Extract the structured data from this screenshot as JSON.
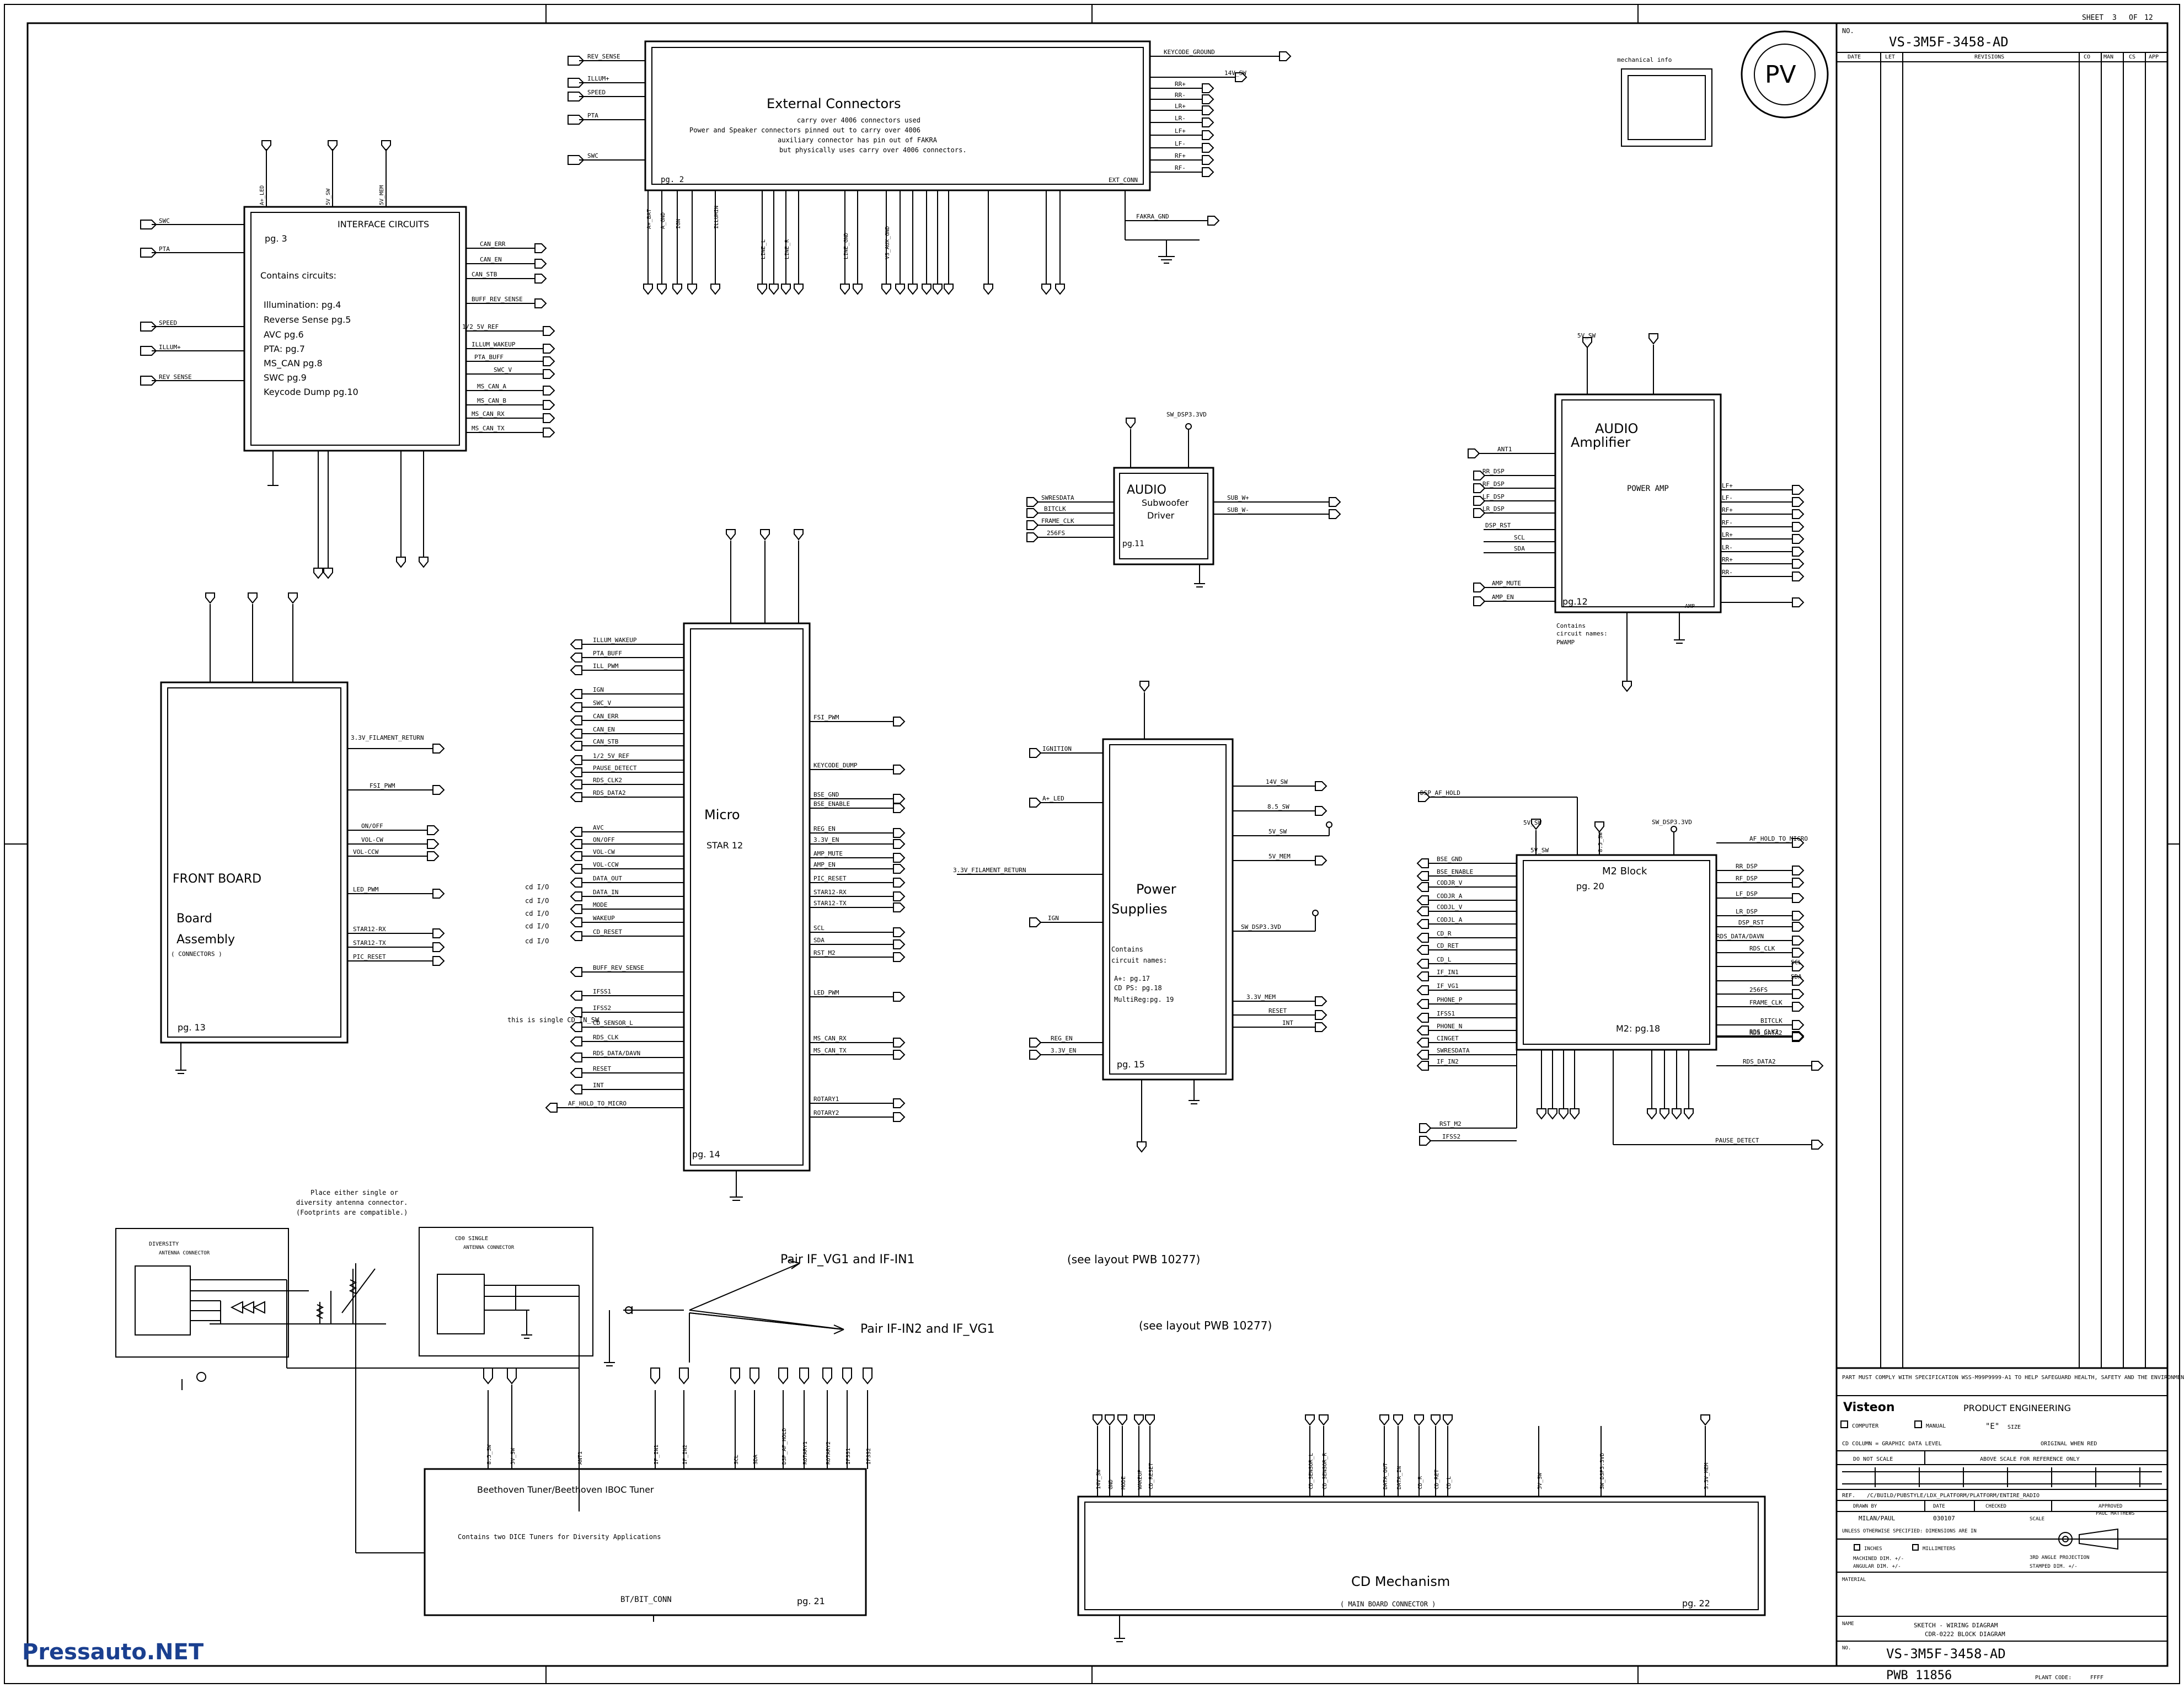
{
  "sheet_header": {
    "sheet_label": "SHEET",
    "sheet_num": "3",
    "of_label": "OF",
    "of_num": "12"
  },
  "title_block": {
    "no_label": "NO.",
    "drawing_number": "VS-3M5F-3458-AD",
    "pv_logo": "PV",
    "mechanical_info": "mechanical info",
    "revision_headers": [
      "DATE",
      "LET",
      "REVISIONS",
      "CO",
      "MAN",
      "CS",
      "APP"
    ],
    "compliance_note": "PART MUST COMPLY WITH SPECIFICATION WSS-M99P9999-A1 TO HELP SAFEGUARD HEALTH, SAFETY AND THE ENVIRONMENT",
    "company": "Visteon",
    "department": "PRODUCT ENGINEERING",
    "computer_label": "COMPUTER",
    "manual_label": "MANUAL",
    "size_value": "\"E\"",
    "size_label": "SIZE",
    "cd_column_note": "CD COLUMN = GRAPHIC DATA LEVEL",
    "original_when_red": "ORIGINAL WHEN RED",
    "do_not_scale": "DO NOT SCALE",
    "above_scale": "ABOVE SCALE FOR REFERENCE ONLY",
    "ref_label": "REF.",
    "ref_path": "/C/BUILD/PUBSTYLE/LDX_PLATFORM/PLATFORM/ENTIRE_RADIO",
    "drawn_by_label": "DRAWN BY",
    "drawn_by": "MILAN/PAUL",
    "date_label": "DATE",
    "date": "030107",
    "checked_label": "CHECKED",
    "scale_label": "SCALE",
    "approved_label": "APPROVED",
    "approved_by": "PAUL MATTHEWS",
    "tolerances": "UNLESS OTHERWISE SPECIFIED: DIMENSIONS ARE IN",
    "inches": "INCHES",
    "millimeters": "MILLIMETERS",
    "machined_dim": "MACHINED DIM. +/-",
    "angular_dim": "ANGULAR DIM. +/-",
    "projection": "3RD ANGLE PROJECTION",
    "stamped_dim": "STAMPED DIM. +/-",
    "material_label": "MATERIAL",
    "name_label": "NAME",
    "sketch_title": "SKETCH - WIRING DIAGRAM",
    "block_diagram": "CDR-0222 BLOCK DIAGRAM",
    "pwb": "PWB 11856",
    "plant_code_label": "PLANT CODE:",
    "plant_code": "FFFF"
  },
  "blocks": {
    "external": {
      "title": "External Connectors",
      "notes": [
        "carry over 4006 connectors used",
        "Power and Speaker connectors pinned out to carry over 4006",
        "auxiliary connector has pin out of FAKRA",
        "but physically uses carry over 4006 connectors."
      ],
      "page": "pg. 2",
      "conn": "EXT_CONN"
    },
    "interface": {
      "title": "INTERFACE CIRCUITS",
      "page": "pg. 3",
      "contains": "Contains circuits:",
      "lines": [
        "Illumination: pg.4",
        "Reverse Sense pg.5",
        "AVC pg.6",
        "PTA: pg.7",
        "MS_CAN pg.8",
        "SWC pg.9",
        "Keycode Dump pg.10"
      ]
    },
    "sub": {
      "title1": "AUDIO",
      "title2": "Subwoofer",
      "title3": "Driver",
      "page": "pg.11"
    },
    "amp": {
      "title1": "AUDIO",
      "title2": "Amplifier",
      "power": "POWER AMP",
      "page": "pg.12",
      "amp_tag": "AMP",
      "note1": "Contains",
      "note2": "circuit names:",
      "note3": "PWAMP"
    },
    "front": {
      "title": "FRONT BOARD",
      "line2": "Board",
      "line3": "Assembly",
      "line4": "( CONNECTORS )",
      "page": "pg. 13"
    },
    "micro": {
      "title": "Micro",
      "sub": "STAR 12",
      "page": "pg. 14"
    },
    "power": {
      "title1": "Power",
      "title2": "Supplies",
      "notes": [
        "Contains",
        "circuit names:",
        "",
        "A+: pg.17",
        "CD PS: pg.18",
        "MultiReg:pg. 19"
      ],
      "page": "pg. 15"
    },
    "m2": {
      "title": "M2 Block",
      "page": "pg. 20",
      "page2": "M2: pg.18"
    },
    "tuner": {
      "title": "Beethoven Tuner/Beethoven IBOC Tuner",
      "sub": "Contains two DICE Tuners for Diversity Applications",
      "conn": "BT/BIT_CONN",
      "page": "pg. 21"
    },
    "cd": {
      "title": "CD Mechanism",
      "sub": "( MAIN BOARD CONNECTOR )",
      "page": "pg. 22"
    }
  },
  "annotations": {
    "antenna_note": [
      "Place either single or",
      "diversity antenna connector.",
      "(Footprints are compatible.)"
    ],
    "diversity": [
      "DIVERSITY",
      "ANTENNA CONNECTOR"
    ],
    "cd_single": [
      "CD0 SINGLE",
      "ANTENNA CONNECTOR"
    ],
    "pair1": "Pair IF_VG1 and IF-IN1",
    "pair2": "Pair IF-IN2 and IF_VG1",
    "layout1": "(see layout PWB 10277)",
    "layout2": "(see layout PWB 10277)",
    "single_cd": "this is single CD IN_SW",
    "cd_io": "cd I/O"
  },
  "signals": {
    "ext_left": [
      "REV_SENSE",
      "ILLUM+",
      "SPEED",
      "PTA",
      "SWC"
    ],
    "ext_right": [
      "KEYCODE_GROUND",
      "14V_SW",
      "RR+",
      "RR-",
      "LR+",
      "LR-",
      "LF+",
      "LF-",
      "RF+",
      "RF-"
    ],
    "ext_bottom": [
      "A+_BAT",
      "A_GND",
      "IGN",
      "ILLUMIN",
      "LINE_L",
      "LINE_R",
      "LINE_GND",
      "VS_AUX_GND",
      "FAKRA_GND"
    ],
    "if_left": [
      "SWC",
      "PTA",
      "SPEED",
      "ILLUM+",
      "REV_SENSE"
    ],
    "if_right": [
      "CAN_ERR",
      "CAN_EN",
      "CAN_STB",
      "BUFF_REV_SENSE",
      "1/2_5V_REF",
      "ILLUM_WAKEUP",
      "PTA_BUFF",
      "SWC_V",
      "MS_CAN_A",
      "MS_CAN_B",
      "MS_CAN_RX",
      "MS_CAN_TX"
    ],
    "if_top": [
      "A+_LED",
      "5V_SW",
      "5V_MEM"
    ],
    "micro_left": [
      "ILLUM_WAKEUP",
      "PTA_BUFF",
      "ILL_PWM",
      "IGN",
      "SWC_V",
      "CAN_ERR",
      "CAN_EN",
      "CAN_STB",
      "1/2_5V_REF",
      "PAUSE_DETECT",
      "RDS_CLK2",
      "RDS_DATA2",
      "AVC",
      "ON/OFF",
      "VOL-CW",
      "VOL-CCW",
      "DATA_OUT",
      "DATA_IN",
      "MODE",
      "WAKEUP",
      "CD_RESET",
      "BUFF_REV_SENSE",
      "IFSS1",
      "IFSS2",
      "CD_SENSOR_L",
      "RDS_CLK",
      "RDS_DATA/DAVN",
      "RESET",
      "INT",
      "AF_HOLD_TO_MICRO"
    ],
    "micro_right": [
      "FSI_PWM",
      "KEYCODE_DUMP",
      "BSE_GND",
      "BSE_ENABLE",
      "REG_EN",
      "3.3V_EN",
      "AMP_MUTE",
      "AMP_EN",
      "PIC_RESET",
      "STAR12-RX",
      "STAR12-TX",
      "SCL",
      "SDA",
      "RST_M2",
      "LED_PWM",
      "MS_CAN_RX",
      "MS_CAN_TX",
      "ROTARY1",
      "ROTARY2"
    ],
    "front_right": [
      "3.3V_FILAMENT_RETURN",
      "FSI_PWM",
      "ON/OFF",
      "VOL-CW",
      "VOL-CCW",
      "LED_PWM",
      "STAR12-RX",
      "STAR12-TX",
      "PIC_RESET"
    ],
    "power_left": [
      "IGNITION",
      "A+_LED",
      "3.3V_FILAMENT_RETURN",
      "IGN",
      "REG_EN",
      "3.3V_EN"
    ],
    "power_right": [
      "14V_SW",
      "8.5_SW",
      "5V_SW",
      "5V_MEM",
      "SW_DSP3.3VD",
      "3.3V_MEM",
      "RESET",
      "INT"
    ],
    "amp_left": [
      "ANT1",
      "RR_DSP",
      "RF_DSP",
      "LF_DSP",
      "LR_DSP",
      "DSP_RST",
      "SCL",
      "SDA",
      "AMP_MUTE",
      "AMP_EN"
    ],
    "amp_right": [
      "LF+",
      "LF-",
      "RF+",
      "RF-",
      "LR+",
      "LR-",
      "RR+",
      "RR-"
    ],
    "m2_left": [
      "BSE_GND",
      "BSE_ENABLE",
      "CODJR_V",
      "CODJR_A",
      "CODJL_V",
      "CODJL_A",
      "CD_R",
      "CD_RET",
      "CD_L",
      "IF_IN1",
      "IF_VG1",
      "PHONE_P",
      "IFSS1",
      "PHONE_N",
      "CINGET",
      "SWRESDATA",
      "IF_IN2"
    ],
    "m2_right": [
      "AF_HOLD_TO_MICRO",
      "RR_DSP",
      "RF_DSP",
      "LF_DSP",
      "LR_DSP",
      "DSP_RST",
      "RDS_DATA/DAVN",
      "RDS_CLK",
      "SCL",
      "SDA",
      "256FS",
      "FRAME_CLK",
      "BITCLK",
      "RDS_CLK2",
      "RDS_DATA2"
    ],
    "sub_left": [
      "SWRESDATA",
      "BITCLK",
      "FRAME_CLK",
      "256FS"
    ],
    "sub_right": [
      "SUB_W+",
      "SUB_W-"
    ],
    "tuner_top": [
      "8.5_SW",
      "5V_SW",
      "ANT1",
      "IF_IN1",
      "IF_IN2",
      "SCL",
      "SDA",
      "DSP_AF_HOLD",
      "ROTARY1",
      "ROTARY2",
      "IFSS1",
      "IFSS2"
    ],
    "cd_top": [
      "14V_SW",
      "GND",
      "MODE",
      "WAKEUP",
      "CD_RESET",
      "CD_SENSOR_L",
      "CD_SENSOR_R",
      "DATA_OUT",
      "DATA_IN",
      "CD_R",
      "CD_RET",
      "CD_L",
      "5V_SW",
      "SW_DSP3.3VD",
      "3.3V_MEM"
    ]
  },
  "watermark": "Pressauto.NET"
}
